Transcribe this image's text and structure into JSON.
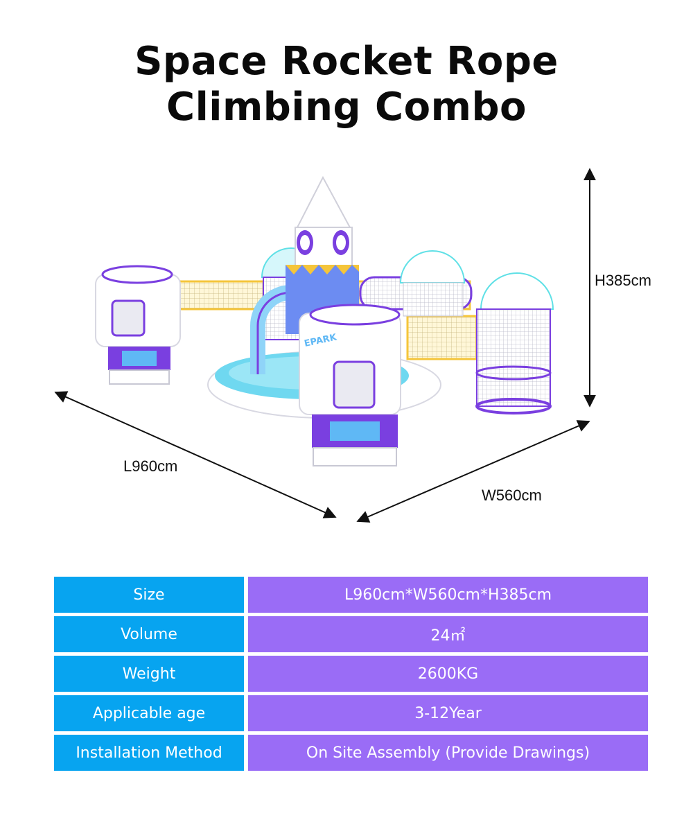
{
  "header": {
    "title_line1": "Space Rocket Rope",
    "title_line2": "Climbing Combo"
  },
  "dimensions": {
    "height_label": "H385cm",
    "length_label": "L960cm",
    "width_label": "W560cm"
  },
  "logo_text": "EPARK",
  "specs": [
    {
      "label": "Size",
      "value": "L960cm*W560cm*H385cm"
    },
    {
      "label": "Volume",
      "value": "24㎡"
    },
    {
      "label": "Weight",
      "value": "2600KG"
    },
    {
      "label": "Applicable age",
      "value": "3-12Year"
    },
    {
      "label": "Installation Method",
      "value": "On Site Assembly (Provide Drawings)"
    }
  ],
  "colors": {
    "label_bg": "#07a4f0",
    "value_bg": "#9a6cf6",
    "purple": "#7a3fe0",
    "cyan": "#5fe0e6",
    "pool": "#6fd8f0",
    "yellow": "#f5c53a"
  }
}
